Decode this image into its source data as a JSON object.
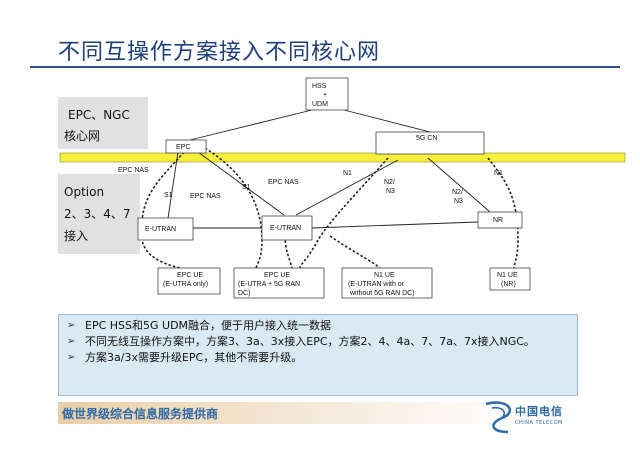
{
  "slide": {
    "title": "不同互操作方案接入不同核心网",
    "footer": "做世界级综合信息服务提供商",
    "logo_text": "中国电信",
    "logo_sub": "CHINA TELECOM"
  },
  "diagram": {
    "side_labels": {
      "epc_ngc_line1": "EPC、NGC",
      "epc_ngc_line2": "核心网",
      "option_line1": "Option",
      "option_line2": "2、3、4、7",
      "option_line3": "接入"
    },
    "nodes": {
      "hss_line1": "HSS",
      "hss_line2": "+",
      "hss_line3": "UDM",
      "epc": "EPC",
      "cn5g": "5G CN",
      "eutran_left": "E-UTRAN",
      "eutran_center": "E-UTRAN",
      "nr": "NR",
      "ue1_line1": "EPC UE",
      "ue1_line2": "(E-UTRA only)",
      "ue2_line1": "EPC UE",
      "ue2_line2": "(E-UTRA + 5G RAN",
      "ue2_line3": "DC)",
      "ue3_line1": "N1 UE",
      "ue3_line2": "(E-UTRAN with or",
      "ue3_line3": "without 5G RAN DC)",
      "ue4_line1": "N1 UE",
      "ue4_line2": "(NR)"
    },
    "links": {
      "epc_nas_top": "EPC NAS",
      "s1_left": "S1",
      "epc_nas_mid": "EPC NAS",
      "s1_mid": "S1",
      "epc_nas_right": "EPC NAS",
      "n1_left": "N1",
      "n2n3_left_1": "N2/",
      "n2n3_left_2": "N3",
      "n2n3_right_1": "N2/",
      "n2n3_right_2": "N3",
      "n1_right": "N1"
    }
  },
  "bullets": [
    "EPC HSS和5G UDM融合，便于用户接入统一数据",
    "不同无线互操作方案中，方案3、3a、3x接入EPC，方案2、4、4a、7、7a、7x接入NGC。",
    "方案3a/3x需要升级EPC，其他不需要升级。"
  ],
  "colors": {
    "title": "#1f3f7a",
    "core_bar": "#f6f03a",
    "bullet_bg": "#d9eaf4",
    "footer_text": "#2f6aa8"
  }
}
